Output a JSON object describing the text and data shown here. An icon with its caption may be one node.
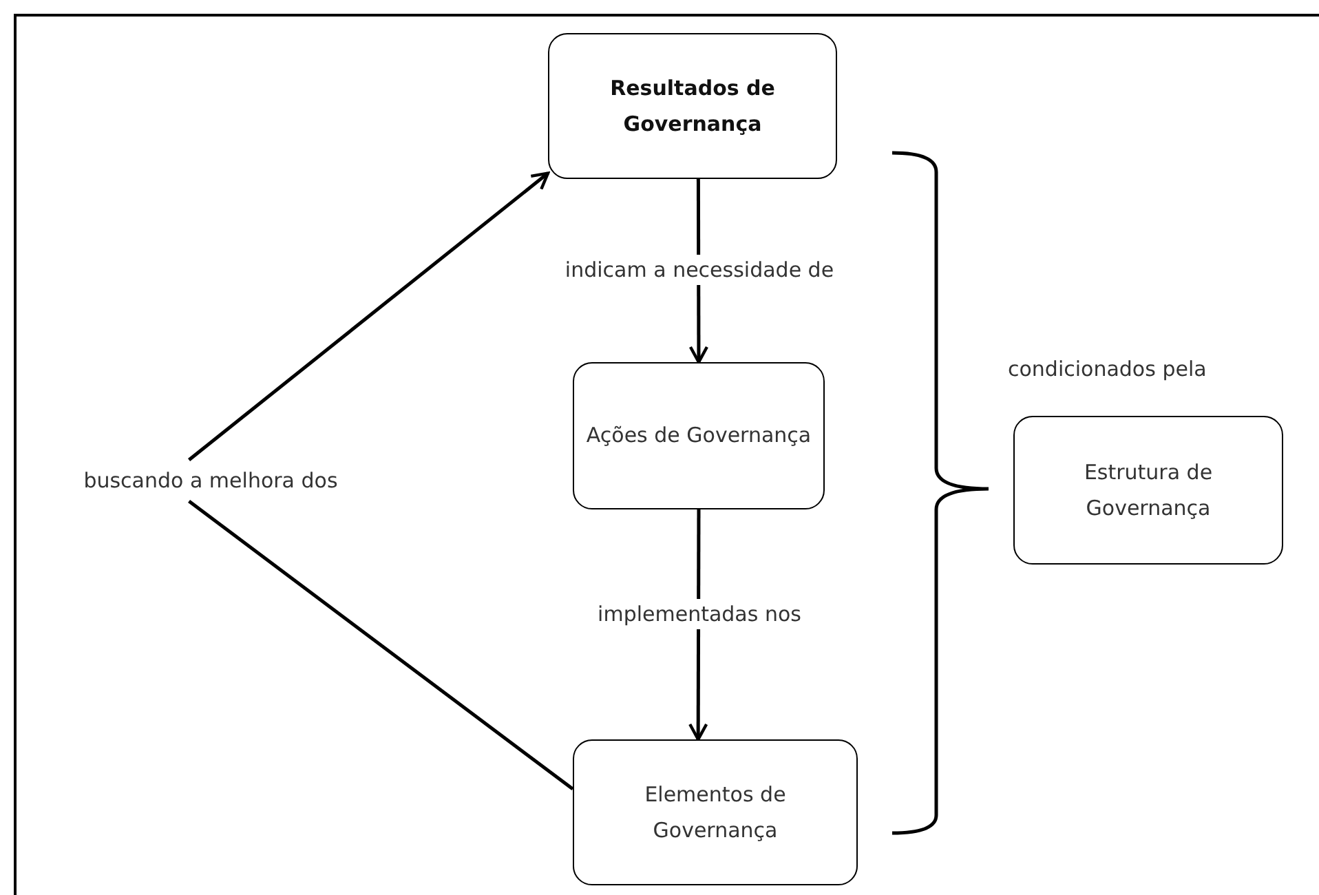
{
  "diagram": {
    "nodes": [
      {
        "text": [
          "Resultados de Governança"
        ]
      },
      {
        "text": [
          "Ações de Governança"
        ]
      },
      {
        "text": [
          "Elementos de Governança"
        ]
      },
      {
        "text": [
          "Estrutura de Governança"
        ]
      },
      {
        "text": [
          "buscando a melhora dos"
        ]
      }
    ],
    "edges": [
      {
        "from": 0,
        "to": 1,
        "arrow": "to",
        "label": "indicam a necessidade de"
      },
      {
        "from": 1,
        "to": 2,
        "arrow": "to",
        "label": "implementadas nos"
      },
      {
        "from": 2,
        "to": 4,
        "arrow": "none"
      },
      {
        "from": 4,
        "to": 0,
        "arrow": "to"
      }
    ],
    "labels": [
      "condicionados pela"
    ]
  }
}
